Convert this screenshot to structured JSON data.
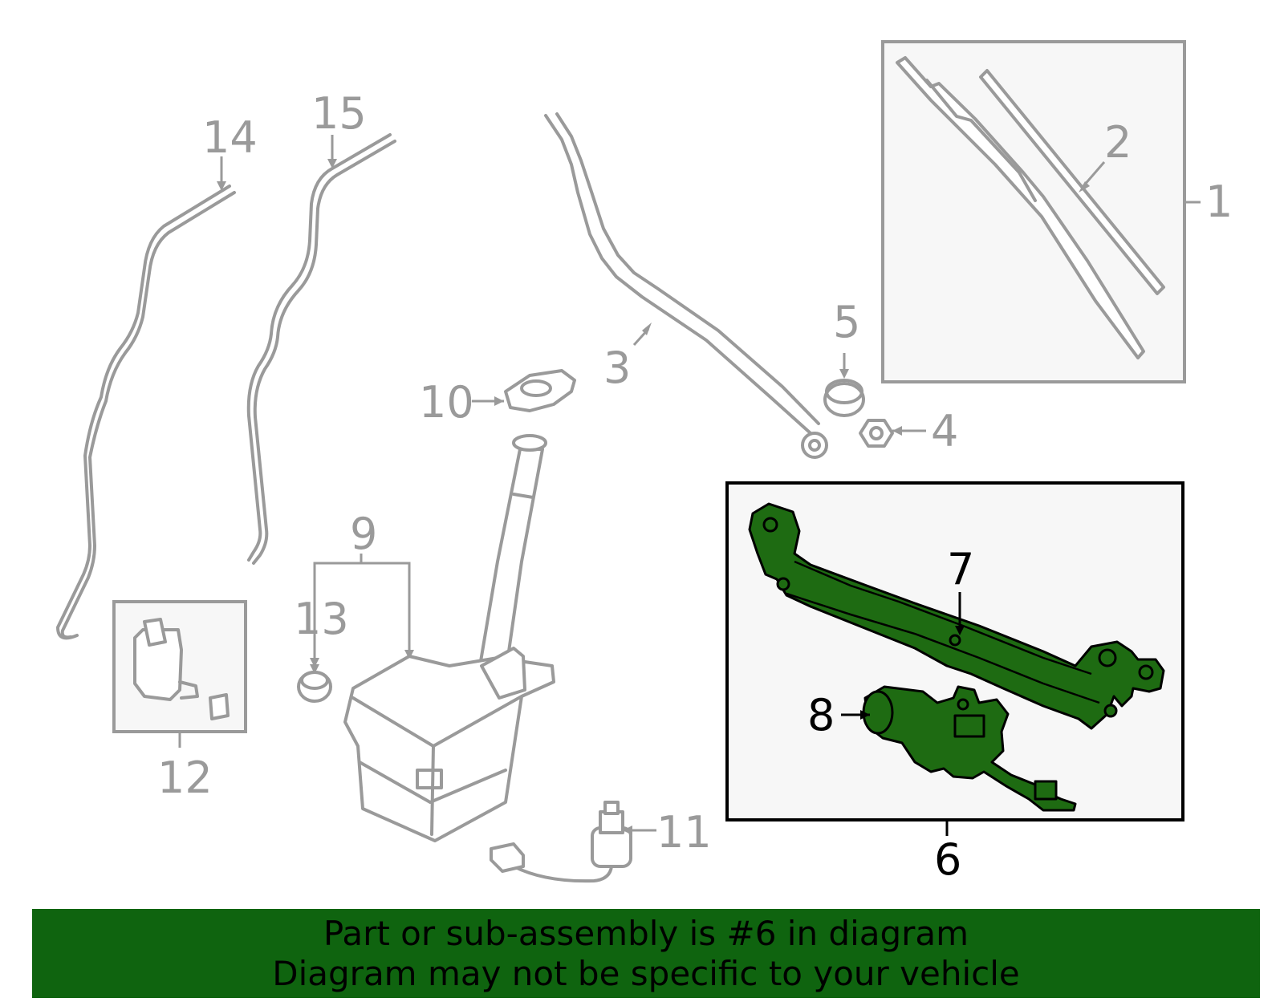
{
  "callouts": {
    "c1": "1",
    "c2": "2",
    "c3": "3",
    "c4": "4",
    "c5": "5",
    "c6": "6",
    "c7": "7",
    "c8": "8",
    "c9": "9",
    "c10": "10",
    "c11": "11",
    "c12": "12",
    "c13": "13",
    "c14": "14",
    "c15": "15"
  },
  "highlight": {
    "color": "#1e6b12",
    "part": "6"
  },
  "banner": {
    "background": "#0f640f",
    "line1": "Part or sub-assembly is #6 in diagram",
    "line2": "Diagram may not be specific to your vehicle"
  }
}
